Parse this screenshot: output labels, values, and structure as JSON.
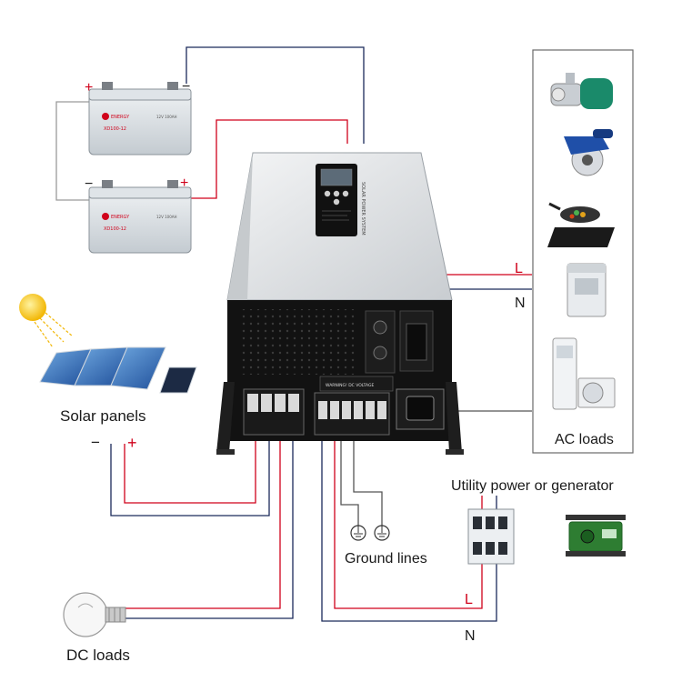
{
  "labels": {
    "solar_panels": "Solar panels",
    "ac_loads": "AC loads",
    "utility": "Utility power or generator",
    "ground_lines": "Ground lines",
    "dc_loads": "DC loads",
    "line_L": "L",
    "neutral_N": "N",
    "plus": "+",
    "minus": "−"
  },
  "battery": {
    "brand": "ENERGY",
    "model": "XD100-12",
    "spec": "12V 100AH"
  },
  "inverter": {
    "title": "SOLAR POWER SYSTEM",
    "warning": "WARNING! DC VOLTAGE"
  },
  "ac_load_icons": [
    "water-pump-icon",
    "circular-saw-icon",
    "induction-cooker-icon",
    "washing-machine-icon",
    "air-conditioner-icon"
  ],
  "colors": {
    "red_wire": "#d0021b",
    "navy_wire": "#1b2a5a",
    "gray_wire": "#9a9a9a",
    "inverter_front": "#111111",
    "inverter_top": "#e8eaec"
  }
}
